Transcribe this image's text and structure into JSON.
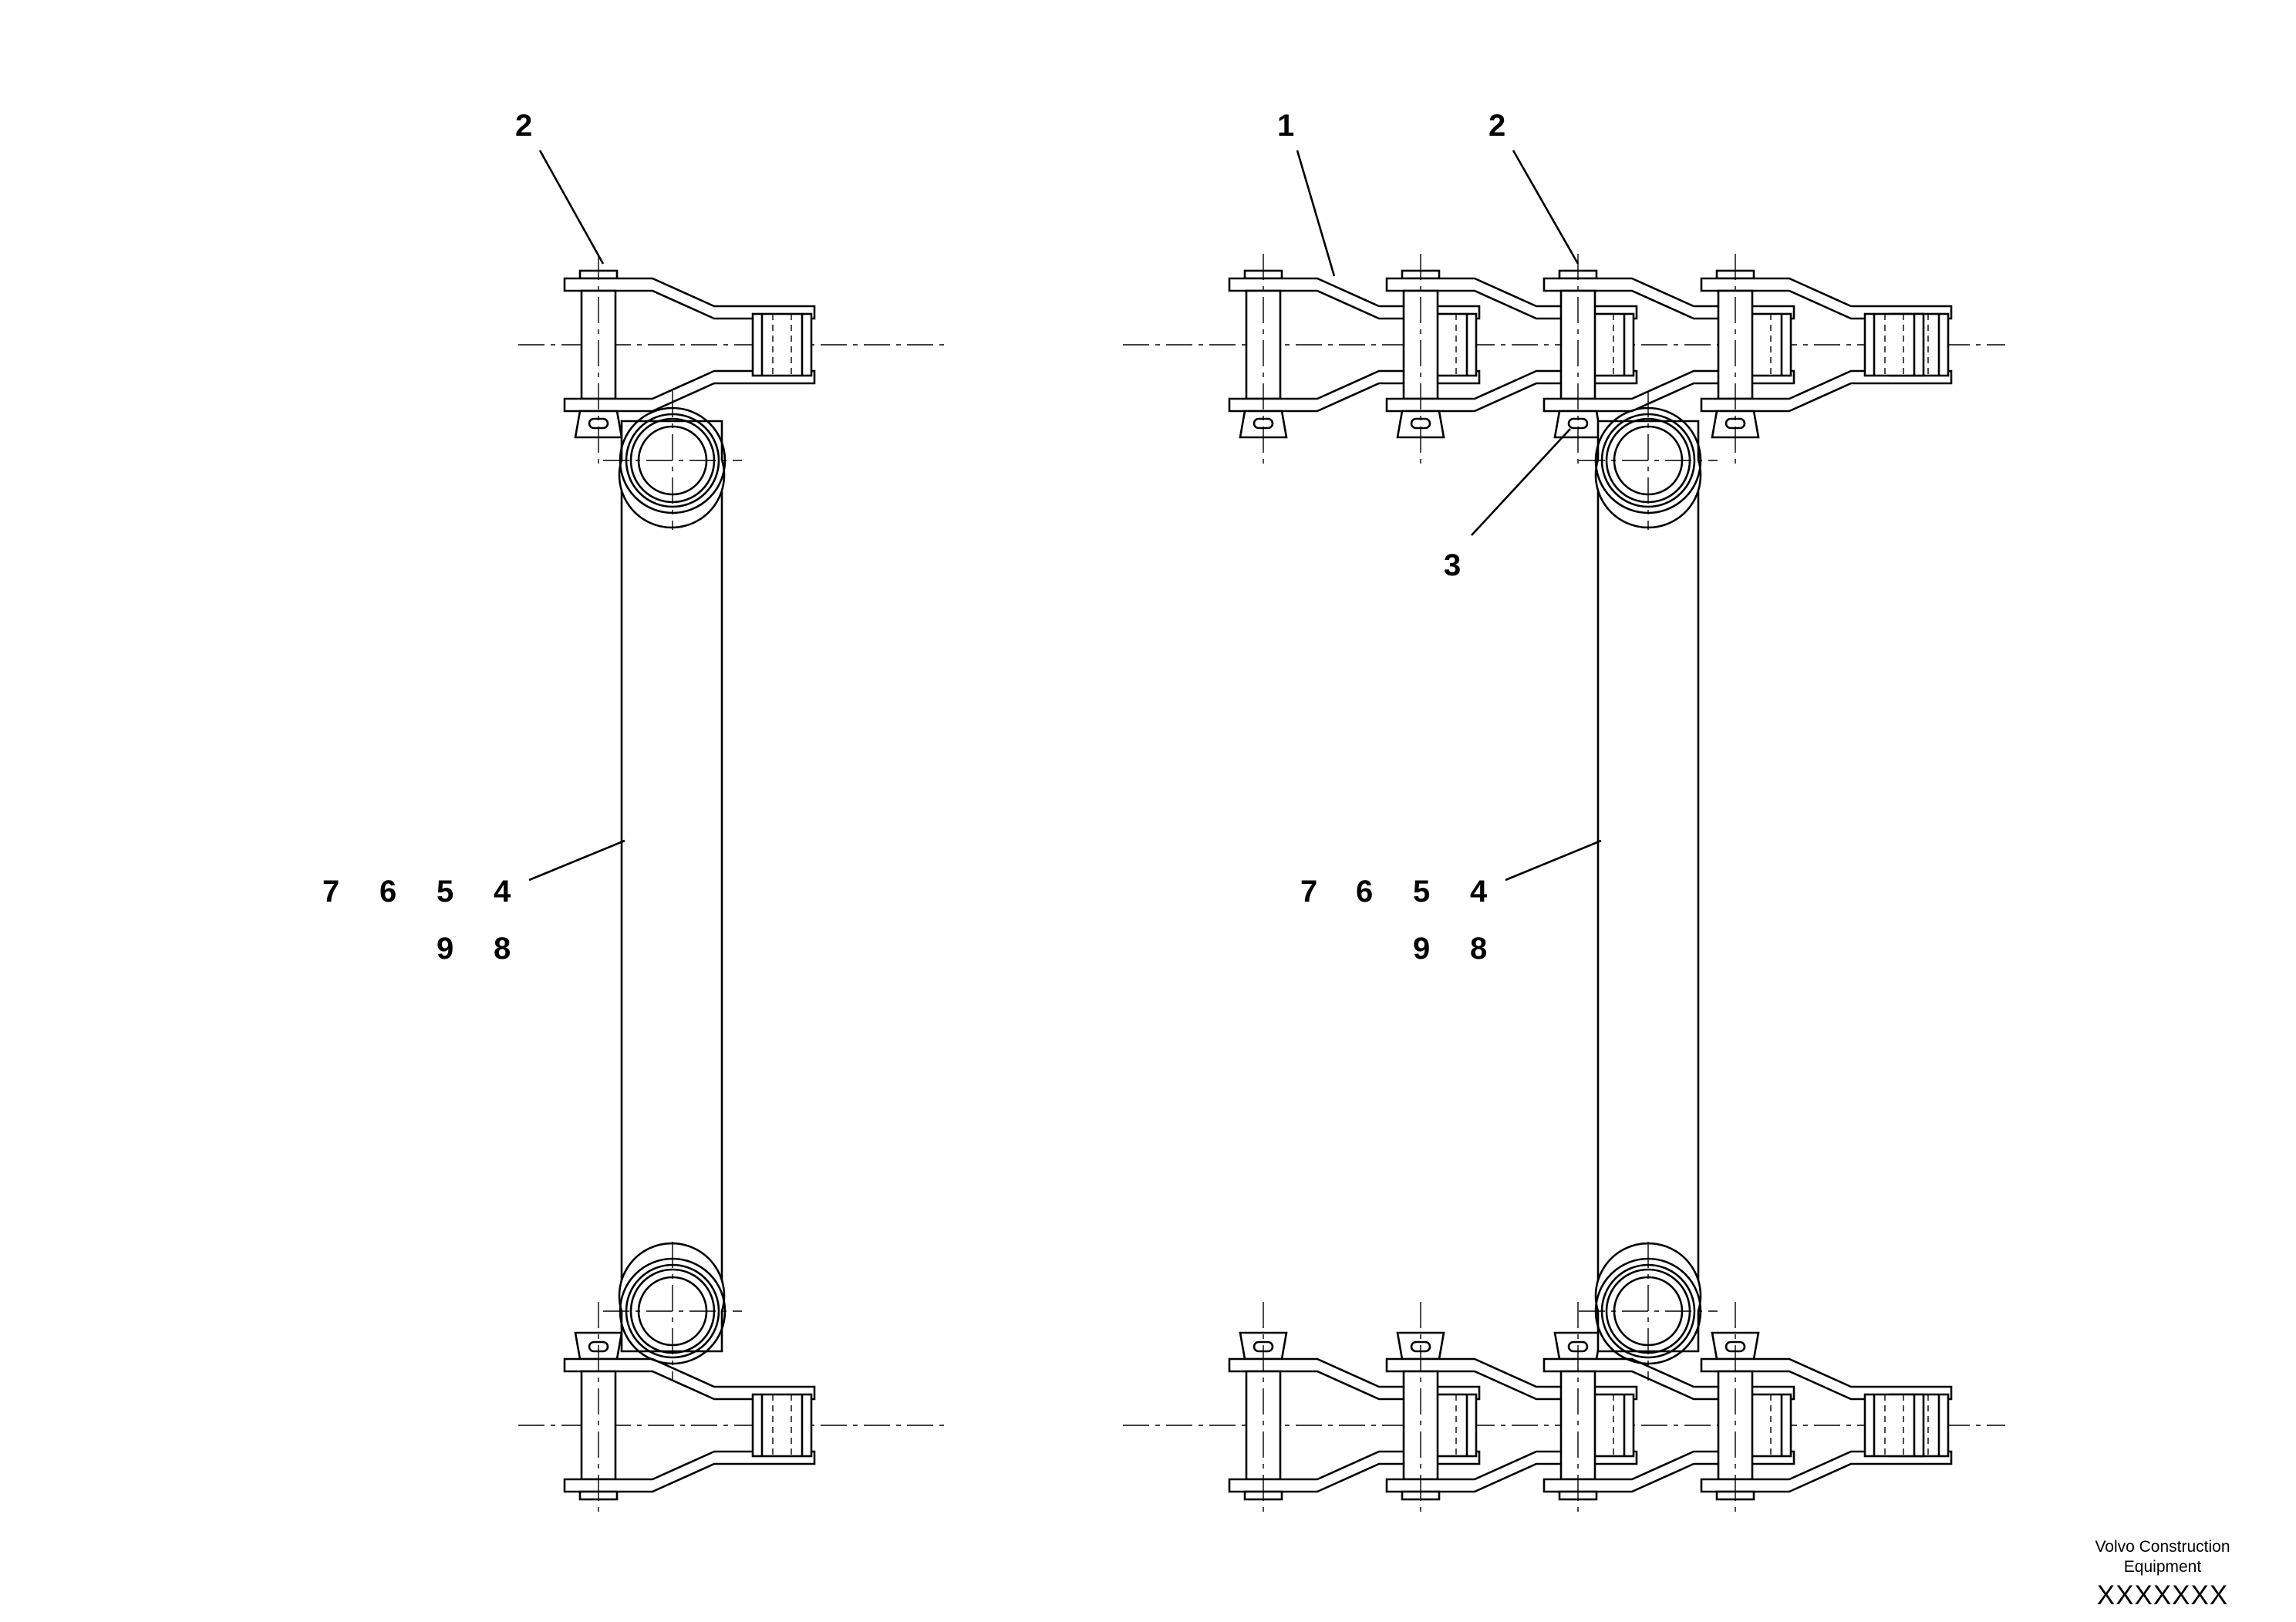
{
  "drawing": {
    "callouts": {
      "left": {
        "top_ref": "2",
        "row1": [
          "7",
          "6",
          "5",
          "4"
        ],
        "row2": [
          "9",
          "8"
        ]
      },
      "right": {
        "ref_1": "1",
        "ref_2": "2",
        "ref_3": "3",
        "row1": [
          "7",
          "6",
          "5",
          "4"
        ],
        "row2": [
          "9",
          "8"
        ]
      }
    },
    "title_block": {
      "company_line1": "Volvo Construction",
      "company_line2": "Equipment",
      "drawing_number": "XXXXXXX"
    }
  }
}
